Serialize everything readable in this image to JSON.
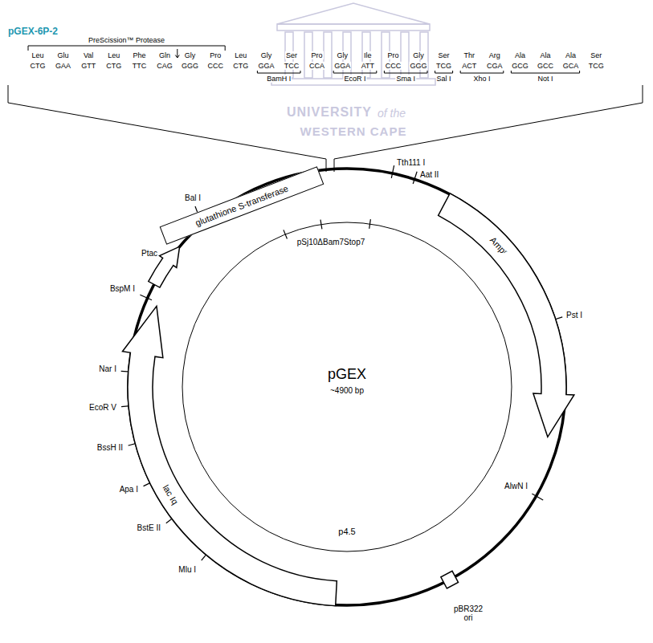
{
  "diagram": {
    "title": "pGEX-6P-2",
    "nodes": [
      {
        "text": [
          "glutathione S-transferase"
        ]
      },
      {
        "text": [
          "Ptac"
        ]
      },
      {
        "text": [
          "Ampʳ"
        ]
      },
      {
        "text": [
          "pBR322 ori"
        ]
      },
      {
        "text": [
          "lac Iq"
        ]
      }
    ],
    "labels": [
      "PreScission™ Protease",
      "Leu",
      "Glu",
      "Val",
      "Leu",
      "Phe",
      "Gln",
      "Gly",
      "Pro",
      "Leu",
      "Gly",
      "Ser",
      "Pro",
      "Gly",
      "Ile",
      "Pro",
      "Gly",
      "Ser",
      "Thr",
      "Arg",
      "Ala",
      "Ala",
      "Ala",
      "Ser",
      "CTG",
      "GAA",
      "GTT",
      "CTG",
      "TTC",
      "CAG",
      "GGG",
      "CCC",
      "CTG",
      "GGA",
      "TCC",
      "CCA",
      "GGA",
      "ATT",
      "CCC",
      "GGG",
      "TCG",
      "ACT",
      "CGA",
      "GCG",
      "GCC",
      "GCA",
      "TCG",
      "BamH I",
      "EcoR I",
      "Sma I",
      "Sal I",
      "Xho I",
      "Not I",
      "UNIVERSITY",
      "of the",
      "WESTERN CAPE",
      "Bal I",
      "BspM I",
      "Tth111 I",
      "Aat II",
      "Pst I",
      "AlwN I",
      "Mlu I",
      "BstE II",
      "Apa I",
      "BssH II",
      "EcoR V",
      "Nar I",
      "pSj10ΔBam7Stop7",
      "pGEX",
      "~4900 bp",
      "p4.5"
    ]
  }
}
